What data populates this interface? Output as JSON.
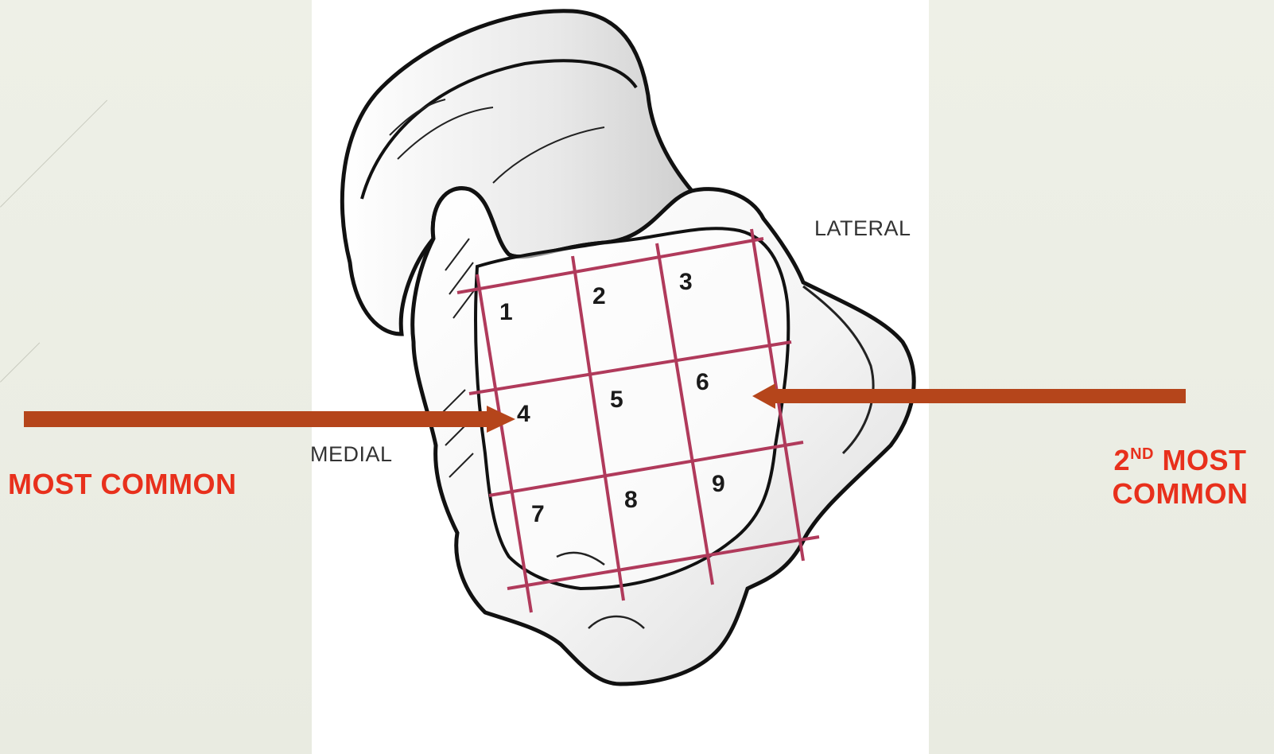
{
  "labels": {
    "medial": "MEDIAL",
    "lateral": "LATERAL"
  },
  "callouts": {
    "most_common": "MOST COMMON",
    "second_most": {
      "number": "2",
      "superscript": "ND",
      "line1_rest": " MOST",
      "line2": "COMMON"
    }
  },
  "zones": [
    "1",
    "2",
    "3",
    "4",
    "5",
    "6",
    "7",
    "8",
    "9"
  ],
  "colors": {
    "callout_text": "#e8301c",
    "arrow": "#b5451b",
    "grid": "#b03a5b",
    "bone_outline": "#111111",
    "background": "#ecede4",
    "panel": "#ffffff"
  }
}
